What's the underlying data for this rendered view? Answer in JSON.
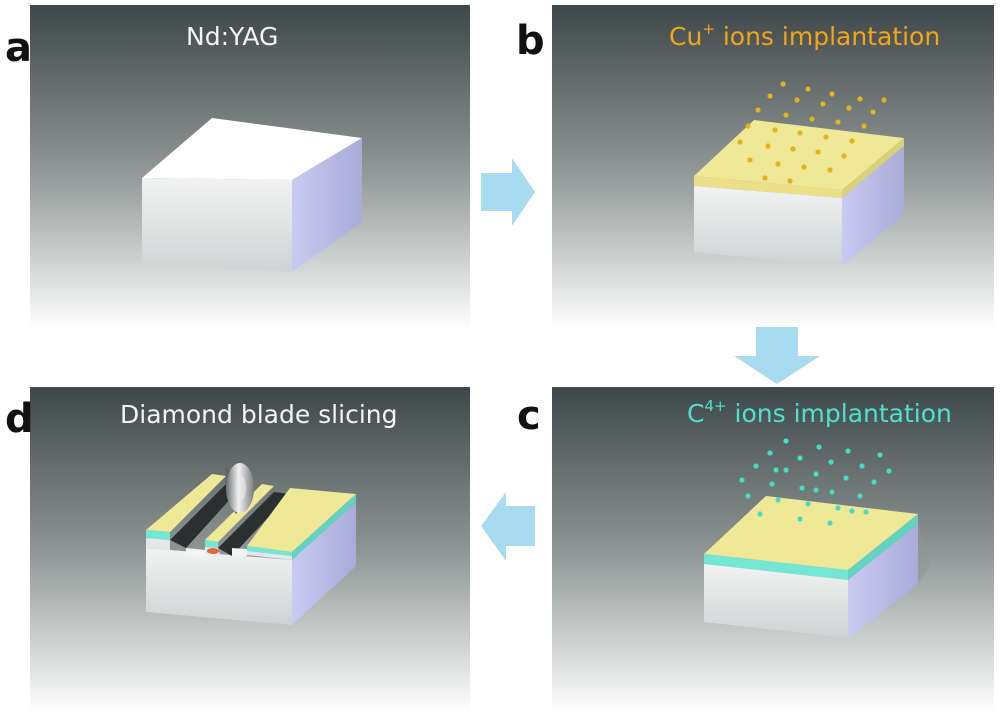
{
  "panels": {
    "a": {
      "letter": "a",
      "title": "Nd:YAG"
    },
    "b": {
      "letter": "b",
      "title_prefix": "Cu",
      "title_sup": "+",
      "title_rest": " ions implantation"
    },
    "c": {
      "letter": "c",
      "title_prefix": "C",
      "title_sup": "4+",
      "title_rest": " ions implantation"
    },
    "d": {
      "letter": "d",
      "title": "Diamond blade slicing"
    }
  },
  "colors": {
    "panel_top": "#3e4749",
    "panel_bottom": "#ffffff",
    "cu_ion": "#e2b41c",
    "c_ion": "#46dcc4",
    "yellow_layer": "#efe896",
    "cyan_layer": "#74e6d4",
    "crystal_front": "#dfe3e2",
    "crystal_side": "#b7b8e8",
    "arrow": "#a9dbf0",
    "title_b": "#f5a417",
    "title_c": "#4ee2cc",
    "title_light": "#f3f3f3"
  }
}
